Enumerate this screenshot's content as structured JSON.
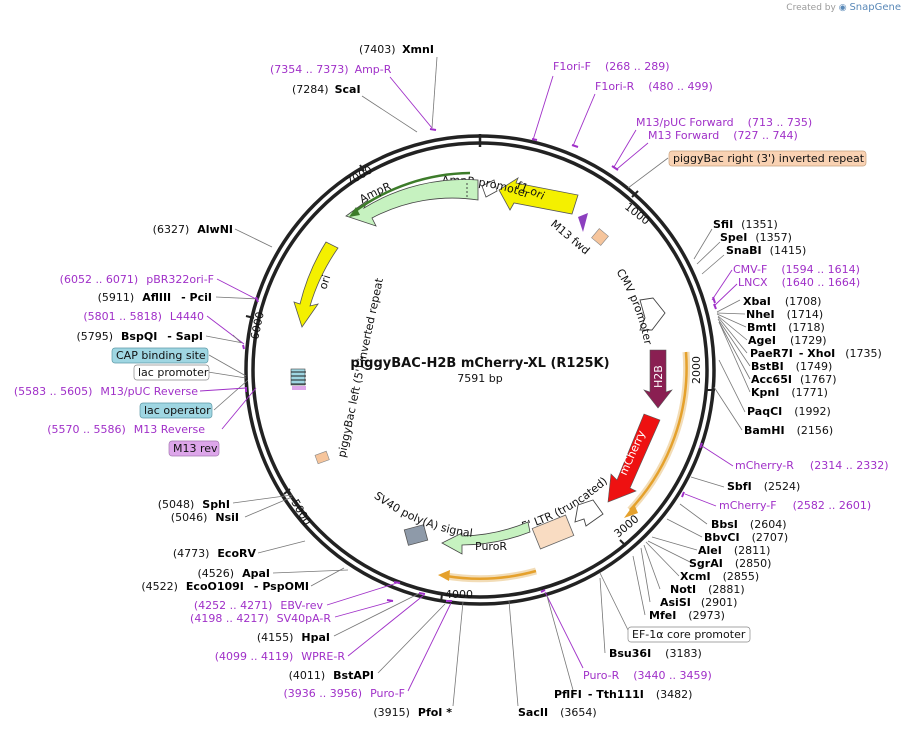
{
  "credit": {
    "prefix": "Created by",
    "brand": "SnapGene"
  },
  "plasmid": {
    "name": "piggyBAC-H2B mCherry-XL (R125K)",
    "size": "7591 bp"
  },
  "ruler": [
    "1000",
    "2000",
    "3000",
    "4000",
    "5000",
    "6000",
    "7000"
  ],
  "features": {
    "f1ori": "f1 ori",
    "m13fwd": "M13 fwd",
    "amprPromoter": "AmpR promoter",
    "ampr": "AmpR",
    "ori": "ori",
    "pbLeft": "piggyBac left (5') inverted repeat",
    "cmv": "CMV promoter",
    "h2b": "H2B",
    "mcherry": "mCherry",
    "ltr": "5' LTR (truncated)",
    "sv40": "SV40 poly(A) signal",
    "puror": "PuroR"
  },
  "right_labels": [
    {
      "id": "sfii",
      "name": "SfiI",
      "pos": "(1351)"
    },
    {
      "id": "spei",
      "name": "SpeI",
      "pos": "(1357)"
    },
    {
      "id": "snabi",
      "name": "SnaBI",
      "pos": "(1415)"
    },
    {
      "id": "cmvf",
      "name": "CMV-F",
      "range": "(1594 .. 1614)",
      "primer": true
    },
    {
      "id": "lncx",
      "name": "LNCX",
      "range": "(1640 .. 1664)",
      "primer": true
    },
    {
      "id": "xbai",
      "name": "XbaI",
      "pos": "(1708)"
    },
    {
      "id": "nhei",
      "name": "NheI",
      "pos": "(1714)"
    },
    {
      "id": "bmti",
      "name": "BmtI",
      "pos": "(1718)"
    },
    {
      "id": "agei",
      "name": "AgeI",
      "pos": "(1729)"
    },
    {
      "id": "paer7i",
      "name": "PaeR7I",
      "name2": "XhoI",
      "pos": "(1735)"
    },
    {
      "id": "bstbi",
      "name": "BstBI",
      "pos": "(1749)"
    },
    {
      "id": "acc65i",
      "name": "Acc65I",
      "pos": "(1767)"
    },
    {
      "id": "kpni",
      "name": "KpnI",
      "pos": "(1771)"
    },
    {
      "id": "paqci",
      "name": "PaqCI",
      "pos": "(1992)"
    },
    {
      "id": "bamhi",
      "name": "BamHI",
      "pos": "(2156)"
    },
    {
      "id": "mcherryr",
      "name": "mCherry-R",
      "range": "(2314 .. 2332)",
      "primer": true
    },
    {
      "id": "sbfi",
      "name": "SbfI",
      "pos": "(2524)"
    },
    {
      "id": "mcherryf",
      "name": "mCherry-F",
      "range": "(2582 .. 2601)",
      "primer": true
    },
    {
      "id": "bbsi",
      "name": "BbsI",
      "pos": "(2604)"
    },
    {
      "id": "bbvci",
      "name": "BbvCI",
      "pos": "(2707)"
    },
    {
      "id": "alei",
      "name": "AleI",
      "pos": "(2811)"
    },
    {
      "id": "sgrai",
      "name": "SgrAI",
      "pos": "(2850)"
    },
    {
      "id": "xcmi",
      "name": "XcmI",
      "pos": "(2855)"
    },
    {
      "id": "noti",
      "name": "NotI",
      "pos": "(2881)"
    },
    {
      "id": "asisi",
      "name": "AsiSI",
      "pos": "(2901)"
    },
    {
      "id": "mfei",
      "name": "MfeI",
      "pos": "(2973)"
    }
  ],
  "top_labels": {
    "xmni": {
      "pos": "(7403)",
      "name": "XmnI"
    },
    "ampr_primer": {
      "range": "(7354 .. 7373)",
      "name": "Amp-R"
    },
    "scai": {
      "pos": "(7284)",
      "name": "ScaI"
    },
    "f1orif": {
      "name": "F1ori-F",
      "range": "(268 .. 289)"
    },
    "f1orir": {
      "name": "F1ori-R",
      "range": "(480 .. 499)"
    },
    "m13pucf": {
      "name": "M13/pUC Forward",
      "range": "(713 .. 735)"
    },
    "m13f": {
      "name": "M13 Forward",
      "range": "(727 .. 744)"
    },
    "pbright": "piggyBac right (3') inverted repeat"
  },
  "left_labels": {
    "alwni": {
      "pos": "(6327)",
      "name": "AlwNI"
    },
    "pbr322": {
      "range": "(6052 .. 6071)",
      "name": "pBR322ori-F"
    },
    "aflIII": {
      "pos": "(5911)",
      "name": "AflIII",
      "name2": "PciI"
    },
    "l4440": {
      "range": "(5801 .. 5818)",
      "name": "L4440"
    },
    "bspqi": {
      "pos": "(5795)",
      "name": "BspQI",
      "name2": "SapI"
    },
    "cap": "CAP binding site",
    "lacp": "lac promoter",
    "m13pucr": {
      "range": "(5583 .. 5605)",
      "name": "M13/pUC Reverse"
    },
    "laco": "lac operator",
    "m13r": {
      "range": "(5570 .. 5586)",
      "name": "M13 Reverse"
    },
    "m13rev": "M13 rev",
    "sphi": {
      "pos": "(5048)",
      "name": "SphI"
    },
    "nsii": {
      "pos": "(5046)",
      "name": "NsiI"
    },
    "ecorv": {
      "pos": "(4773)",
      "name": "EcoRV"
    },
    "apai": {
      "pos": "(4526)",
      "name": "ApaI"
    },
    "ecoo109i": {
      "pos": "(4522)",
      "name": "EcoO109I",
      "name2": "PspOMI"
    },
    "ebvrev": {
      "range": "(4252 .. 4271)",
      "name": "EBV-rev"
    },
    "sv40par": {
      "range": "(4198 .. 4217)",
      "name": "SV40pA-R"
    },
    "hpai": {
      "pos": "(4155)",
      "name": "HpaI"
    },
    "wprer": {
      "range": "(4099 .. 4119)",
      "name": "WPRE-R"
    },
    "bstapi": {
      "pos": "(4011)",
      "name": "BstAPI"
    },
    "purof": {
      "range": "(3936 .. 3956)",
      "name": "Puro-F"
    },
    "pfoi": {
      "pos": "(3915)",
      "name": "PfoI *"
    }
  },
  "bottom_labels": {
    "saci": {
      "name": "SacII",
      "pos": "(3654)"
    },
    "pflfi": {
      "name": "PflFI",
      "name2": "Tth111I",
      "pos": "(3482)"
    },
    "puror_primer": {
      "name": "Puro-R",
      "range": "(3440 .. 3459)"
    },
    "bsu36i": {
      "name": "Bsu36I",
      "pos": "(3183)"
    },
    "ef1a": "EF-1α core promoter"
  },
  "colors": {
    "primer": "#a030c8",
    "ori_yellow": "#f4f000",
    "ampr_green": "#c6f2c0",
    "h2b": "#8a1f52",
    "mcherry": "#ee1111",
    "orf_orange": "#e5a12c",
    "sv40_gray": "#8e9aa9",
    "pb_peach": "#f6c59c",
    "cap_box": "#9fd6e2",
    "m13rev_box": "#dda6ea"
  }
}
